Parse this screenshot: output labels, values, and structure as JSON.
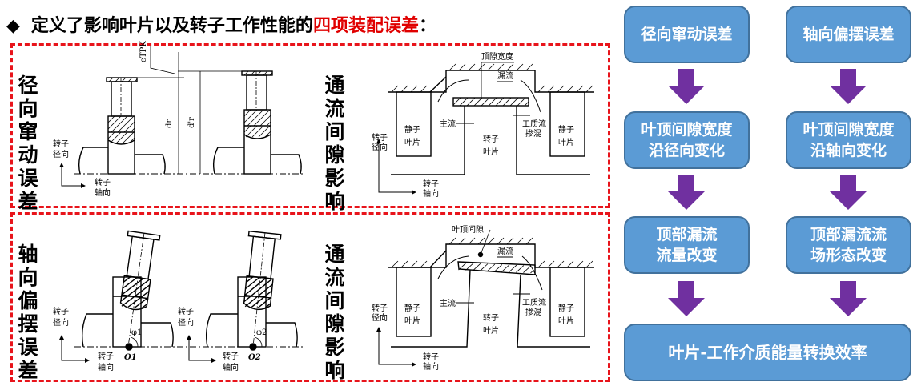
{
  "title": {
    "bullet": "◆",
    "prefix": "定义了影响叶片以及转子工作性能的",
    "highlight": "四项装配误差",
    "suffix": "：",
    "highlight_color": "#e00000"
  },
  "sections": [
    {
      "left_label": "径向窜动误差",
      "right_label": "通流间隙影响"
    },
    {
      "left_label": "轴向偏摆误差",
      "right_label": "通流间隙影响"
    }
  ],
  "drawing_labels": {
    "rotor_radial_1": "转子",
    "rotor_radial_2": "径向",
    "rotor_axial_1": "转子",
    "rotor_axial_2": "轴向",
    "e_label": "eTPK",
    "dr": "dr",
    "dr_prime": "d'r",
    "tip_gap_width": "顶隙宽度",
    "tip_gap": "叶顶间隙",
    "leakage": "漏流",
    "main_flow": "主流",
    "mixing_1": "工质流",
    "mixing_2": "掺混",
    "stator_1": "静子",
    "stator_2": "叶片",
    "rotor_1": "转子",
    "rotor_2": "叶片",
    "o1": "O1",
    "o2": "O2",
    "phi1": "φ1",
    "phi2": "φ2"
  },
  "flowchart": {
    "left": [
      "径向窜动误差",
      "叶顶间隙宽度\n沿径向变化",
      "顶部漏流\n流量改变"
    ],
    "right": [
      "轴向偏摆误差",
      "叶顶间隙宽度\n沿轴向变化",
      "顶部漏流流\n场形态改变"
    ],
    "bottom": "叶片-工作介质能量转换效率",
    "box_color": "#5b9bd5",
    "arrow_color": "#7030a0"
  }
}
